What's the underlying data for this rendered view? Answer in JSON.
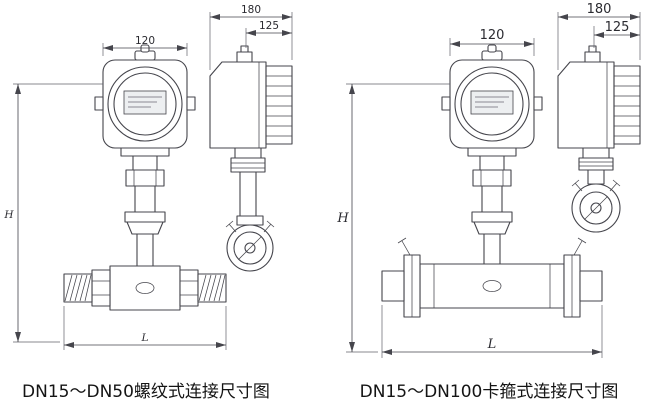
{
  "colors": {
    "line": "#45454c",
    "dim_line": "#60606a",
    "caption_text": "#141414",
    "background": "#ffffff"
  },
  "left": {
    "caption": "DN15～DN50螺纹式连接尺寸图",
    "dims": {
      "head_width": "120",
      "depth_total": "180",
      "depth_front": "125",
      "height": "H",
      "length": "L"
    }
  },
  "right": {
    "caption": "DN15～DN100卡箍式连接尺寸图",
    "dims": {
      "head_width": "120",
      "depth_total": "180",
      "depth_front": "125",
      "height": "H",
      "length": "L"
    }
  }
}
